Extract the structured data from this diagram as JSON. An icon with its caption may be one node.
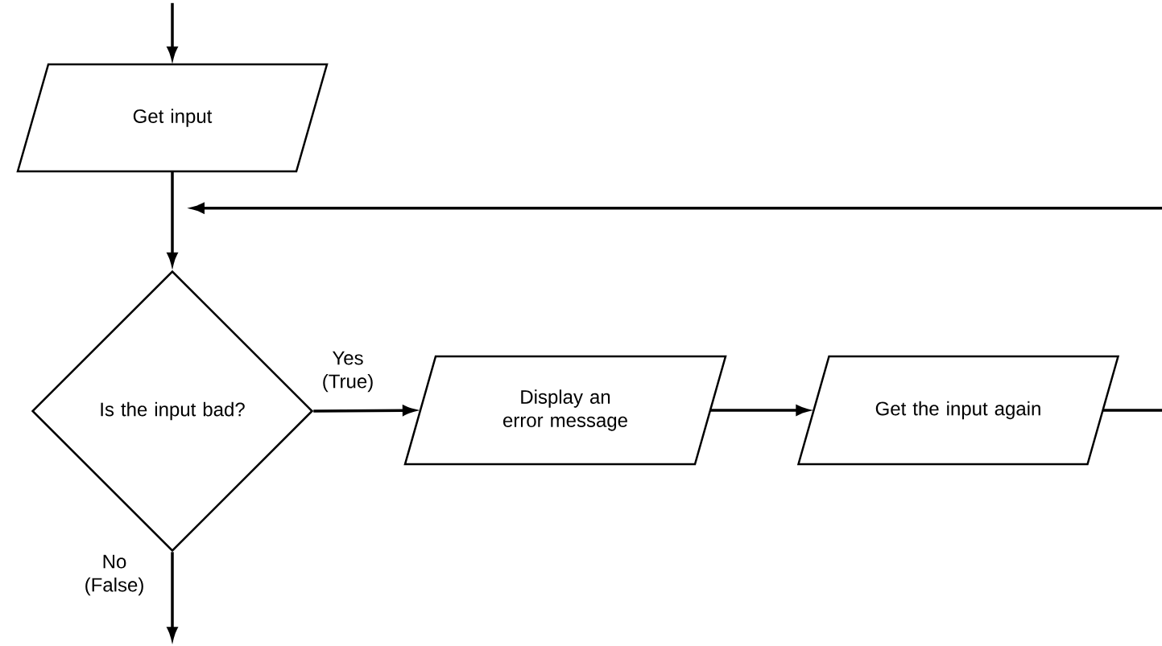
{
  "diagram": {
    "nodes": [
      {
        "text": [
          "Get input"
        ]
      },
      {
        "text": [
          "Is the input bad?"
        ]
      },
      {
        "text": [
          "Display an error message"
        ]
      },
      {
        "text": [
          "Get the input again"
        ]
      }
    ],
    "edges": [
      {
        "from": null,
        "to": 0,
        "arrow": "to"
      },
      {
        "from": 0,
        "to": 1,
        "arrow": "to"
      },
      {
        "from": 1,
        "to": 2,
        "arrow": "to",
        "label": "Yes (True)"
      },
      {
        "from": 2,
        "to": 3,
        "arrow": "to"
      },
      {
        "from": 3,
        "to": null,
        "arrow": "none"
      },
      {
        "from": null,
        "to": 1,
        "arrow": "to"
      },
      {
        "from": 1,
        "to": null,
        "arrow": "to",
        "label": "No (False)"
      }
    ]
  }
}
